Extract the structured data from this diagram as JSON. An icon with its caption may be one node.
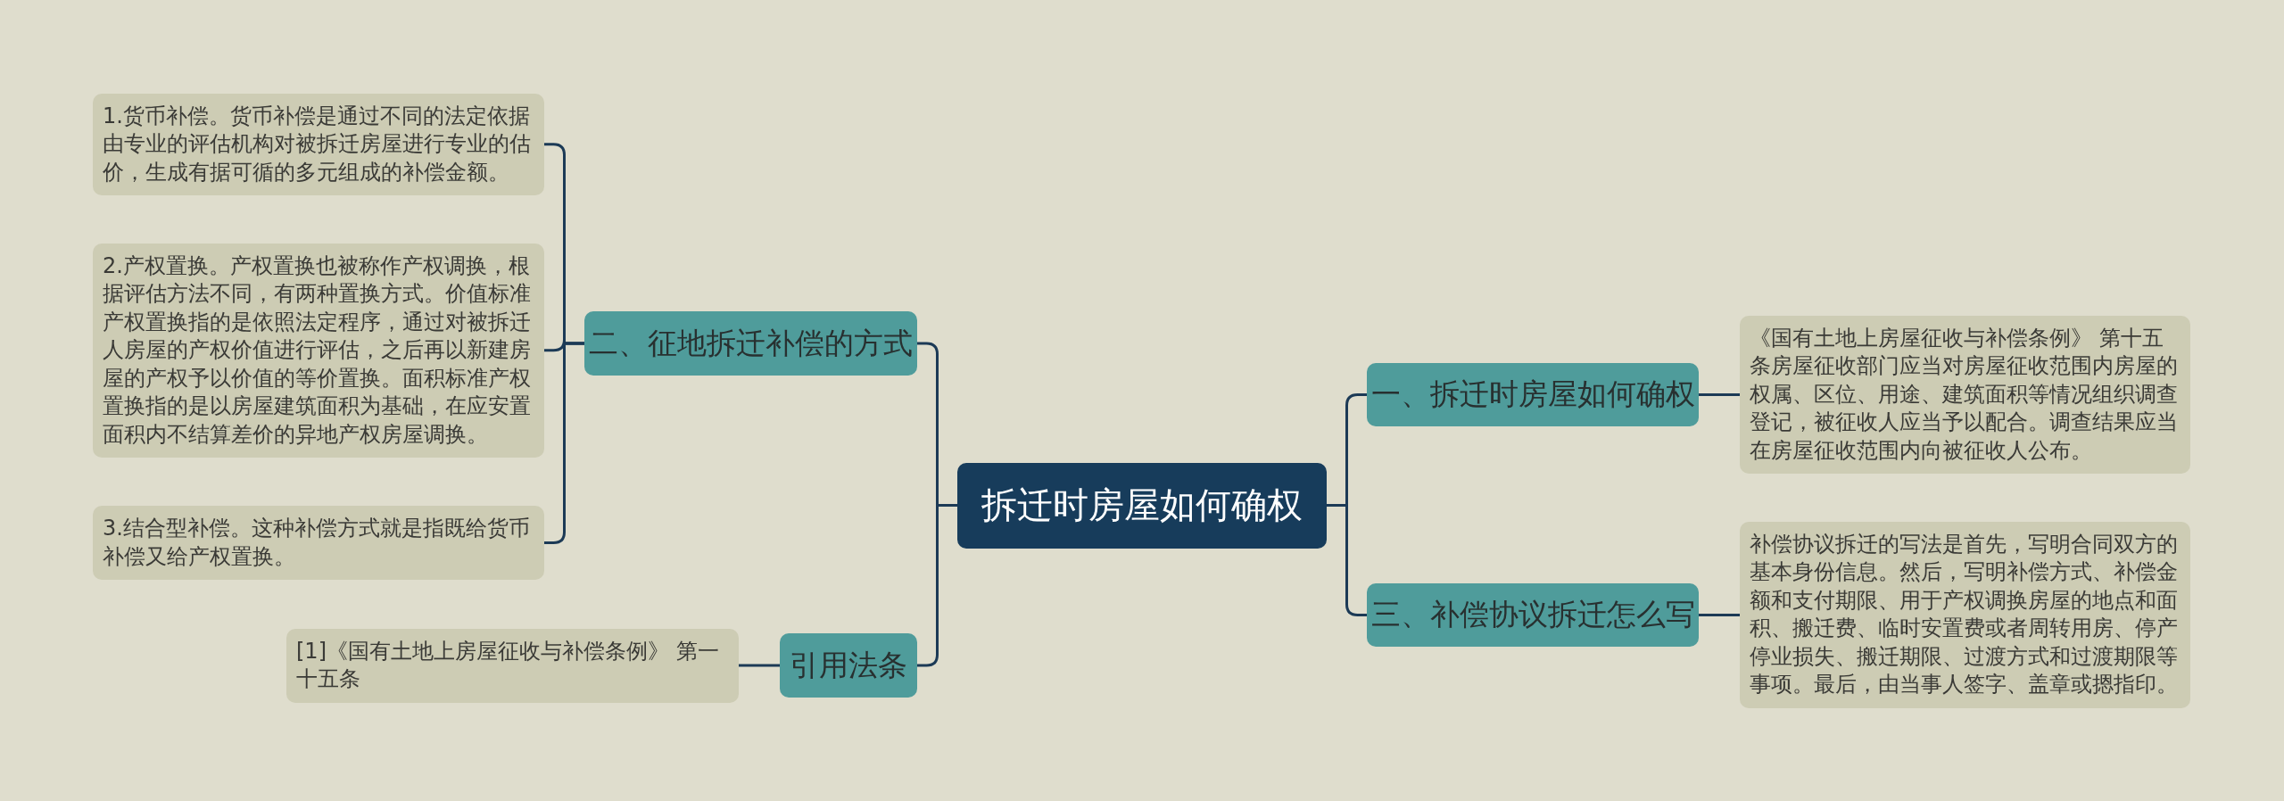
{
  "diagram": {
    "nodes": [
      {
        "text": [
          "拆迁时房屋如何确权"
        ]
      },
      {
        "text": [
          "二、征地拆迁补偿的方式"
        ]
      },
      {
        "text": [
          "1.货币补偿。货币补偿是通过不同的法定依据由专业的评估机构对被拆迁房屋进行专业的估价，生成有据可循的多元组成的补偿金额。"
        ]
      },
      {
        "text": [
          "2.产权置换。产权置换也被称作产权调换，根据评估方法不同，有两种置换方式。价值标准产权置换指的是依照法定程序，通过对被拆迁人房屋的产权价值进行评估，之后再以新建房屋的产权予以价值的等价置换。面积标准产权置换指的是以房屋建筑面积为基础，在应安置面积内不结算差价的异地产权房屋调换。"
        ]
      },
      {
        "text": [
          "3.结合型补偿。这种补偿方式就是指既给货币补偿又给产权置换。"
        ]
      },
      {
        "text": [
          "引用法条"
        ]
      },
      {
        "text": [
          "[1]《国有土地上房屋征收与补偿条例》 第一十五条"
        ]
      },
      {
        "text": [
          "一、拆迁时房屋如何确权"
        ]
      },
      {
        "text": [
          "《国有土地上房屋征收与补偿条例》 第十五条房屋征收部门应当对房屋征收范围内房屋的权属、区位、用途、建筑面积等情况组织调查登记，被征收人应当予以配合。调查结果应当在房屋征收范围内向被征收人公布。"
        ]
      },
      {
        "text": [
          "三、补偿协议拆迁怎么写"
        ]
      },
      {
        "text": [
          "补偿协议拆迁的写法是首先，写明合同双方的基本身份信息。然后，写明补偿方式、补偿金额和支付期限、用于产权调换房屋的地点和面积、搬迁费、临时安置费或者周转用房、停产停业损失、搬迁期限、过渡方式和过渡期限等事项。最后，由当事人签字、盖章或摁指印。"
        ]
      }
    ],
    "edges": [
      {
        "from": 0,
        "to": 1,
        "arrow": "none"
      },
      {
        "from": 1,
        "to": 2,
        "arrow": "none"
      },
      {
        "from": 1,
        "to": 3,
        "arrow": "none"
      },
      {
        "from": 1,
        "to": 4,
        "arrow": "none"
      },
      {
        "from": 0,
        "to": 5,
        "arrow": "none"
      },
      {
        "from": 5,
        "to": 6,
        "arrow": "none"
      },
      {
        "from": 0,
        "to": 7,
        "arrow": "none"
      },
      {
        "from": 7,
        "to": 8,
        "arrow": "none"
      },
      {
        "from": 0,
        "to": 9,
        "arrow": "none"
      },
      {
        "from": 9,
        "to": 10,
        "arrow": "none"
      }
    ]
  }
}
